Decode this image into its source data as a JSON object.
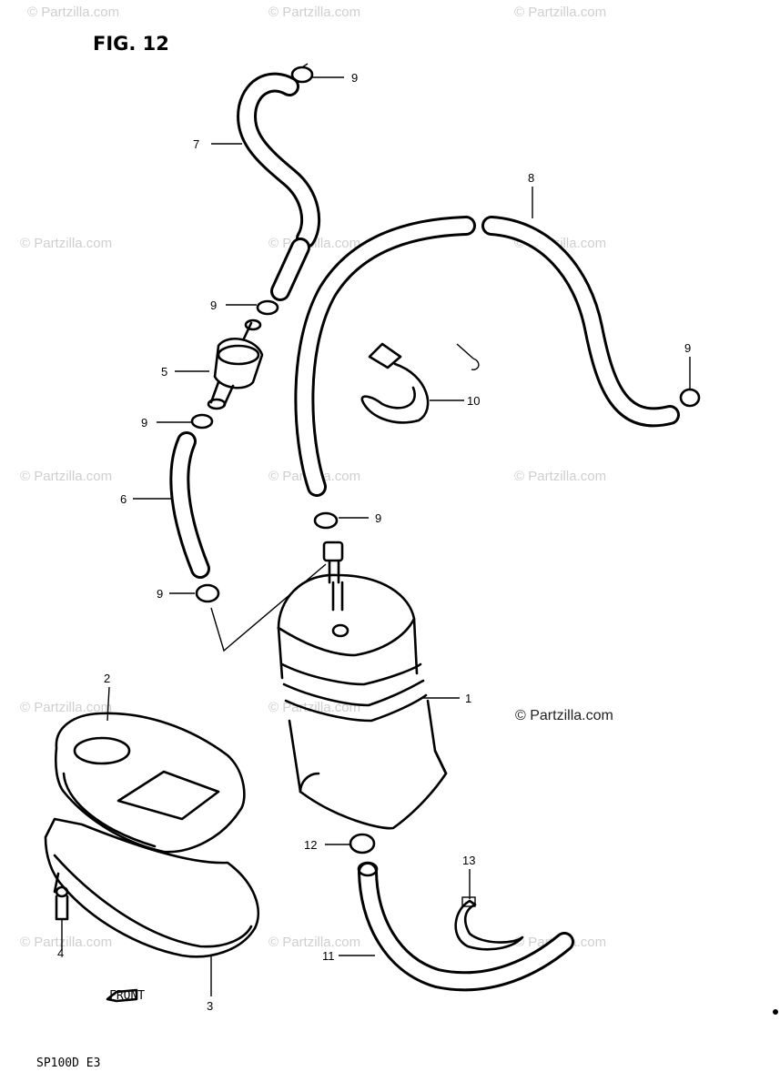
{
  "figure": {
    "title": "FIG. 12",
    "footer": "SP100D E3",
    "arrow_label": "FRONT"
  },
  "watermark": {
    "text": "© Partzilla.com"
  },
  "callouts": [
    {
      "id": "c9a",
      "label": "9"
    },
    {
      "id": "c7",
      "label": "7"
    },
    {
      "id": "c8",
      "label": "8"
    },
    {
      "id": "c9b",
      "label": "9"
    },
    {
      "id": "c5",
      "label": "5"
    },
    {
      "id": "c9c",
      "label": "9"
    },
    {
      "id": "c10",
      "label": "10"
    },
    {
      "id": "c9d",
      "label": "9"
    },
    {
      "id": "c6",
      "label": "6"
    },
    {
      "id": "c9e",
      "label": "9"
    },
    {
      "id": "c9f",
      "label": "9"
    },
    {
      "id": "c1",
      "label": "1"
    },
    {
      "id": "c2",
      "label": "2"
    },
    {
      "id": "c12",
      "label": "12"
    },
    {
      "id": "c13",
      "label": "13"
    },
    {
      "id": "c11",
      "label": "11"
    },
    {
      "id": "c3",
      "label": "3"
    },
    {
      "id": "c4",
      "label": "4"
    }
  ]
}
